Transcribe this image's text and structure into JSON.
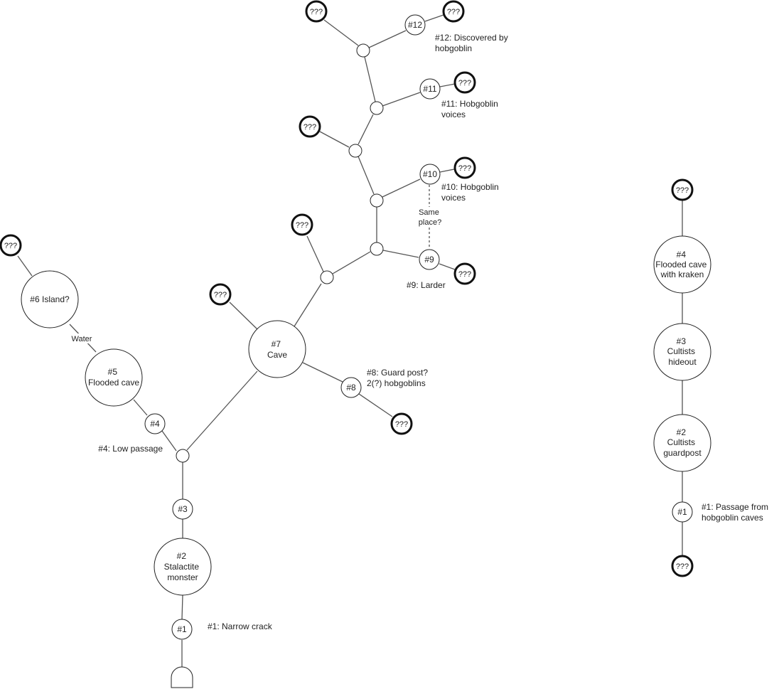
{
  "unknown_label": "???",
  "map_a": {
    "nodes": {
      "n1": "#1",
      "n2": [
        "#2",
        "Stalactite",
        "monster"
      ],
      "n3": "#3",
      "n4": "#4",
      "n5": [
        "#5",
        "Flooded cave"
      ],
      "n6": "#6 Island?",
      "n7": [
        "#7",
        "Cave"
      ],
      "n8": "#8",
      "n9": "#9",
      "n10": "#10",
      "n11": "#11",
      "n12": "#12"
    },
    "notes": {
      "n1": "#1: Narrow crack",
      "n4": "#4: Low passage",
      "n8": [
        "#8: Guard post?",
        "2(?) hobgoblins"
      ],
      "n9": "#9: Larder",
      "n10": [
        "#10: Hobgoblin",
        "voices"
      ],
      "n11": [
        "#11: Hobgoblin",
        "voices"
      ],
      "n12": [
        "#12: Discovered by",
        "hobgoblin"
      ]
    },
    "edge_labels": {
      "water": "Water",
      "same_place": [
        "Same",
        "place?"
      ]
    }
  },
  "map_b": {
    "nodes": {
      "n1": "#1",
      "n2": [
        "#2",
        "Cultists",
        "guardpost"
      ],
      "n3": [
        "#3",
        "Cultists",
        "hideout"
      ],
      "n4": [
        "#4",
        "Flooded cave",
        "with kraken"
      ]
    },
    "notes": {
      "n1": [
        "#1: Passage from",
        "hobgoblin caves"
      ]
    }
  }
}
